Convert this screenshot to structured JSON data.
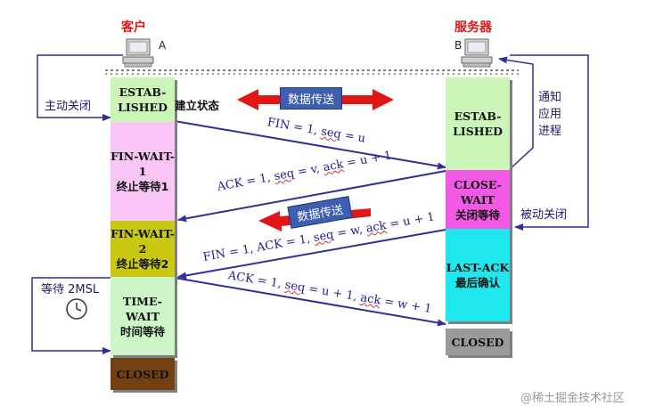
{
  "hosts": {
    "client": {
      "label": "客户",
      "letter": "A"
    },
    "server": {
      "label": "服务器",
      "letter": "B"
    }
  },
  "client_states": [
    {
      "en": "ESTAB-",
      "en2": "LISHED",
      "cn": "",
      "color": "#ccf5b8"
    },
    {
      "en": "FIN-WAIT-1",
      "en2": "",
      "cn": "终止等待1",
      "color": "#f9c6f5"
    },
    {
      "en": "FIN-WAIT-2",
      "en2": "",
      "cn": "终止等待2",
      "color": "#c9c913"
    },
    {
      "en": "TIME-WAIT",
      "en2": "",
      "cn": "时间等待",
      "color": "#cdf5c8"
    },
    {
      "en": "CLOSED",
      "en2": "",
      "cn": "",
      "color": "#734011"
    }
  ],
  "server_states": [
    {
      "en": "ESTAB-",
      "en2": "LISHED",
      "cn": "",
      "color": "#ccf5b8"
    },
    {
      "en": "CLOSE-WAIT",
      "en2": "",
      "cn": "关闭等待",
      "color": "#f25ae6"
    },
    {
      "en": "LAST-ACK",
      "en2": "",
      "cn": "最后确认",
      "color": "#1ee8ee"
    },
    {
      "en": "CLOSED",
      "en2": "",
      "cn": "",
      "color": "#9a9a9a"
    }
  ],
  "established_label": "建立状态",
  "transfer_label_1": "数据传送",
  "transfer_label_2": "数据传送",
  "messages": {
    "m1": {
      "pre": "FIN = 1, ",
      "seq": "seq",
      "post": " = u"
    },
    "m2": {
      "pre": "ACK = 1, ",
      "seq": "seq",
      "mid": " = v, ",
      "ack": "ack",
      "post": " = u + 1"
    },
    "m3": {
      "pre": "FIN = 1, ACK = 1, ",
      "seq": "seq",
      "mid": " = w, ",
      "ack": "ack",
      "post": " = u + 1"
    },
    "m4": {
      "pre": "ACK = 1, ",
      "seq": "seq",
      "mid": " = u + 1, ",
      "ack": "ack",
      "post": " = w + 1"
    }
  },
  "side_labels": {
    "active_close": "主动关闭",
    "passive_close": "被动关闭",
    "notify": [
      "通知",
      "应用",
      "进程"
    ],
    "wait_2msl": "等待 2MSL"
  },
  "icons": [
    "computer-icon",
    "clock-icon",
    "arrow-icon"
  ],
  "watermark": "@稀土掘金技术社区"
}
